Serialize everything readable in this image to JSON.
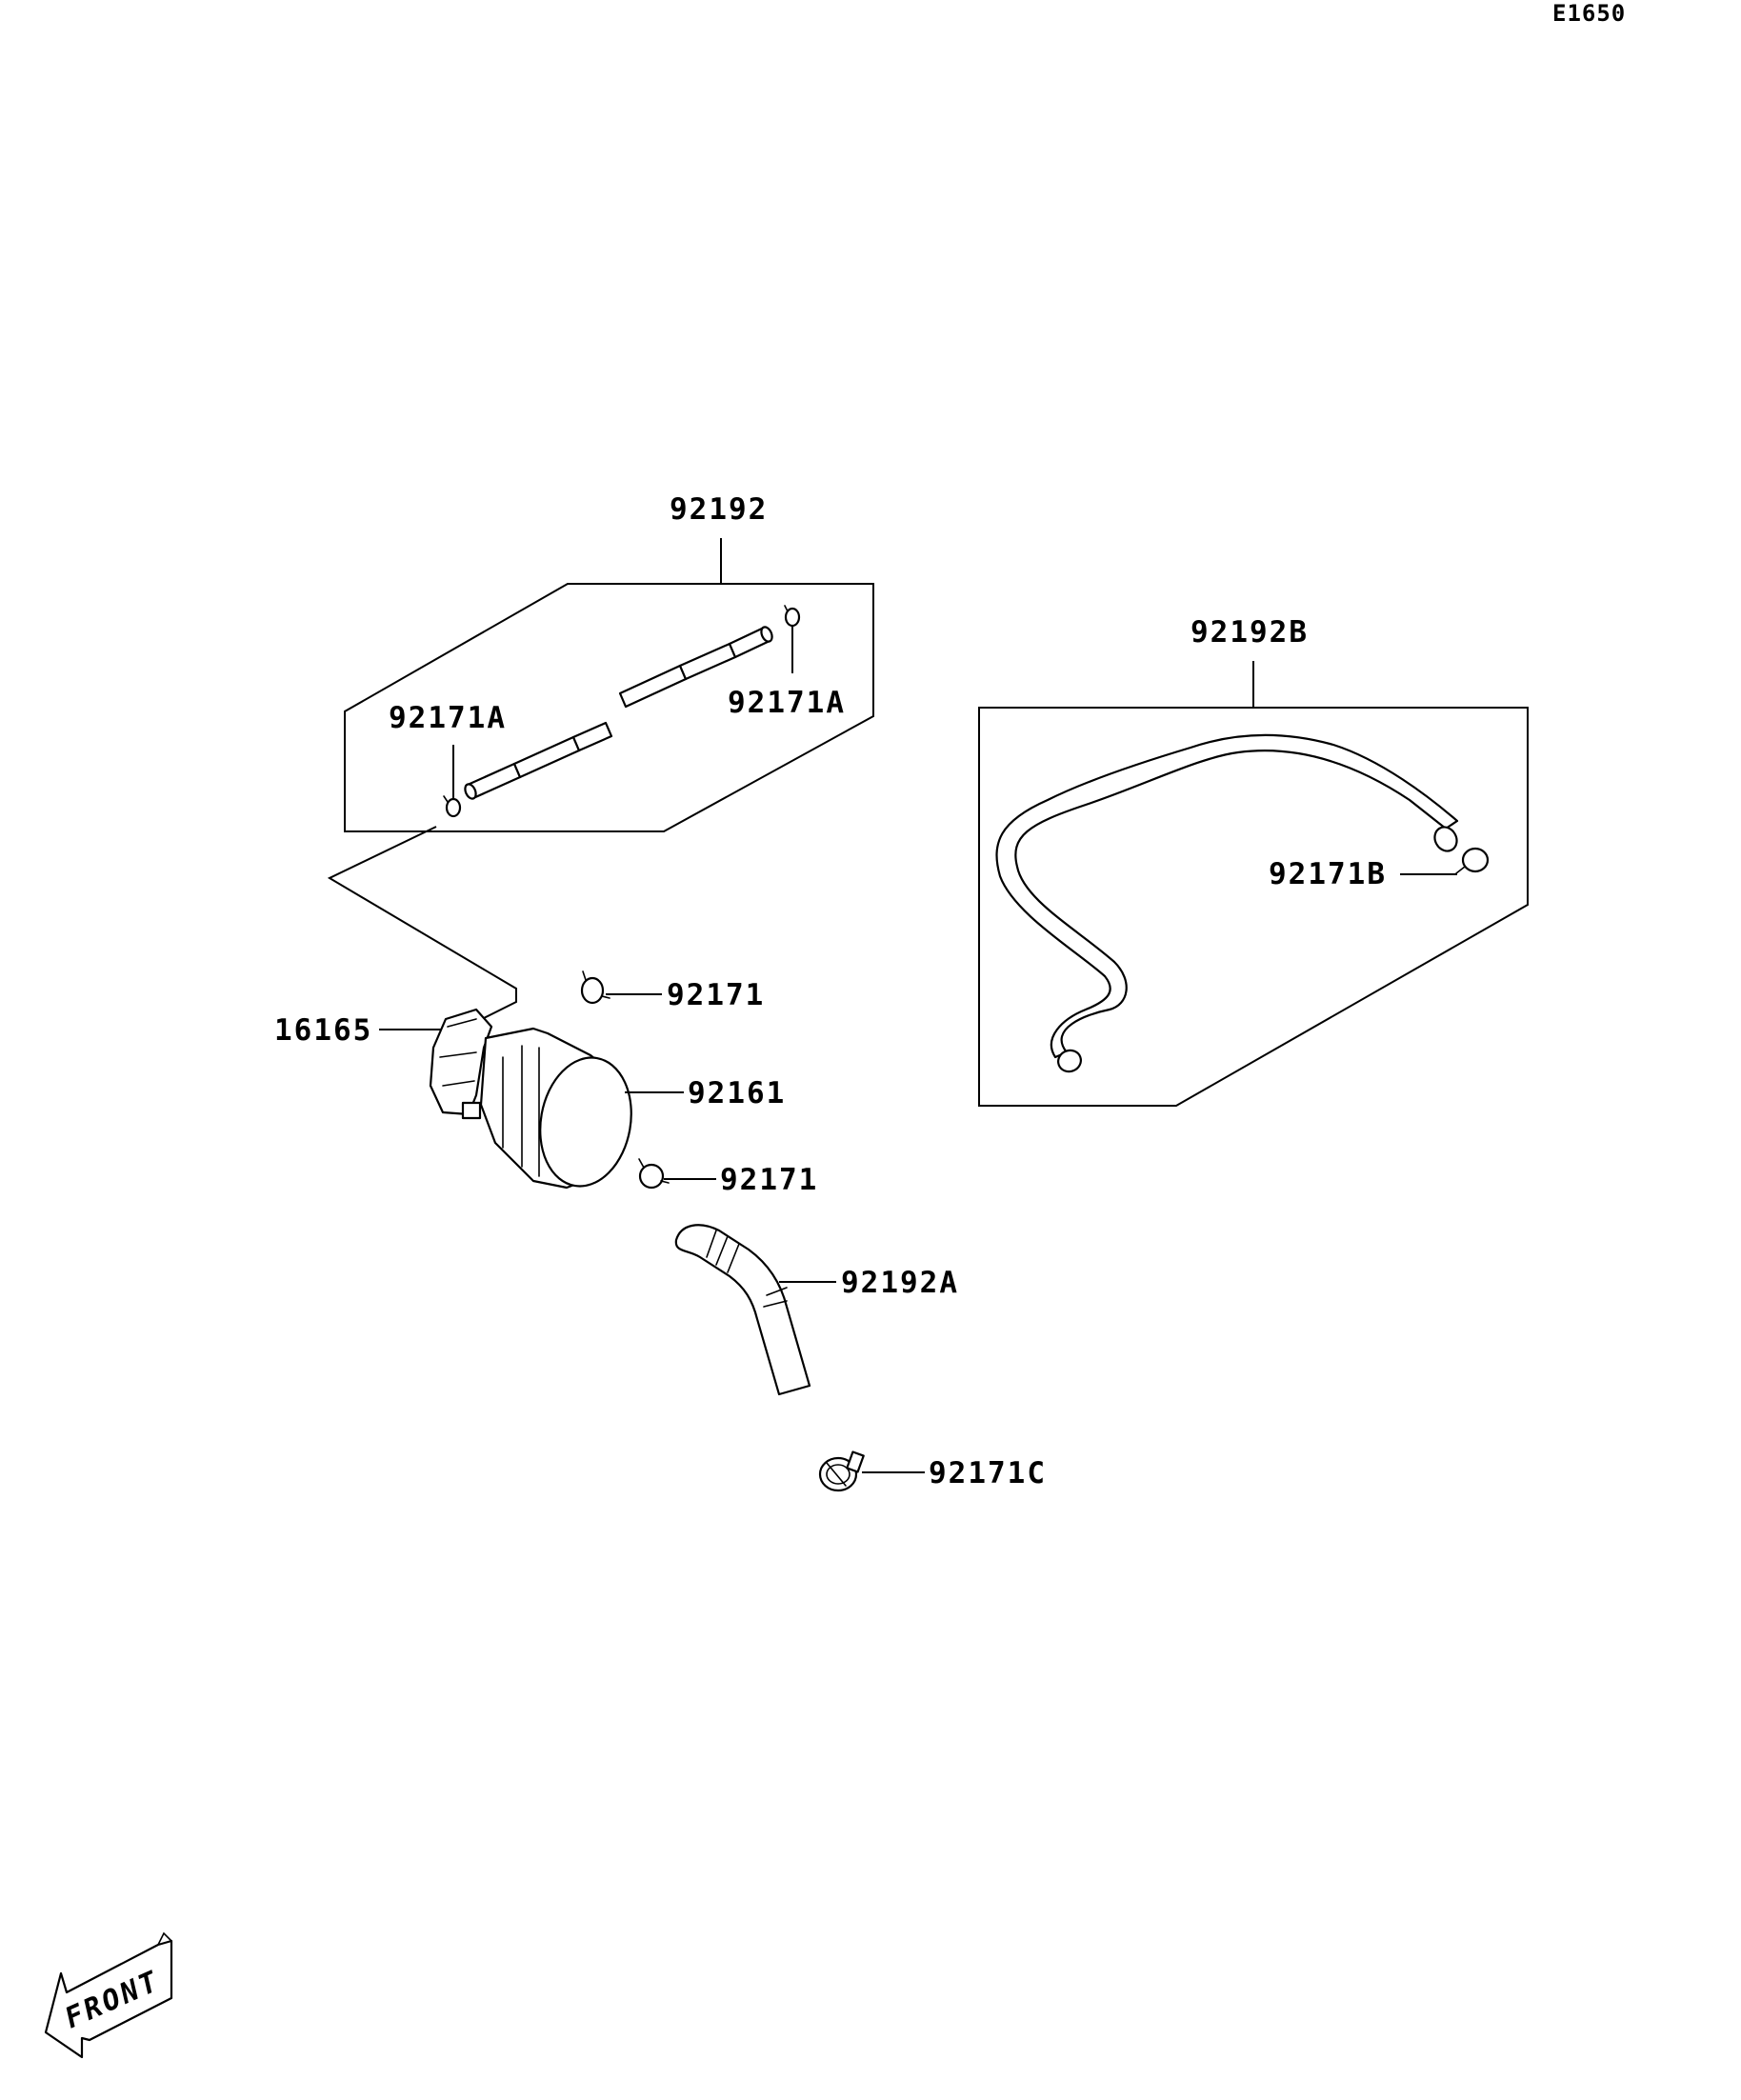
{
  "diagram_code": "E1650",
  "front_label": "FRONT",
  "parts": {
    "tube_kit": "92192",
    "clamp_a_right": "92171A",
    "clamp_a_left": "92171A",
    "hose_b": "92192B",
    "clamp_b": "92171B",
    "clamp_upper": "92171",
    "valve": "16165",
    "filter": "92161",
    "clamp_lower": "92171",
    "hose_a": "92192A",
    "clamp_c": "92171C"
  }
}
